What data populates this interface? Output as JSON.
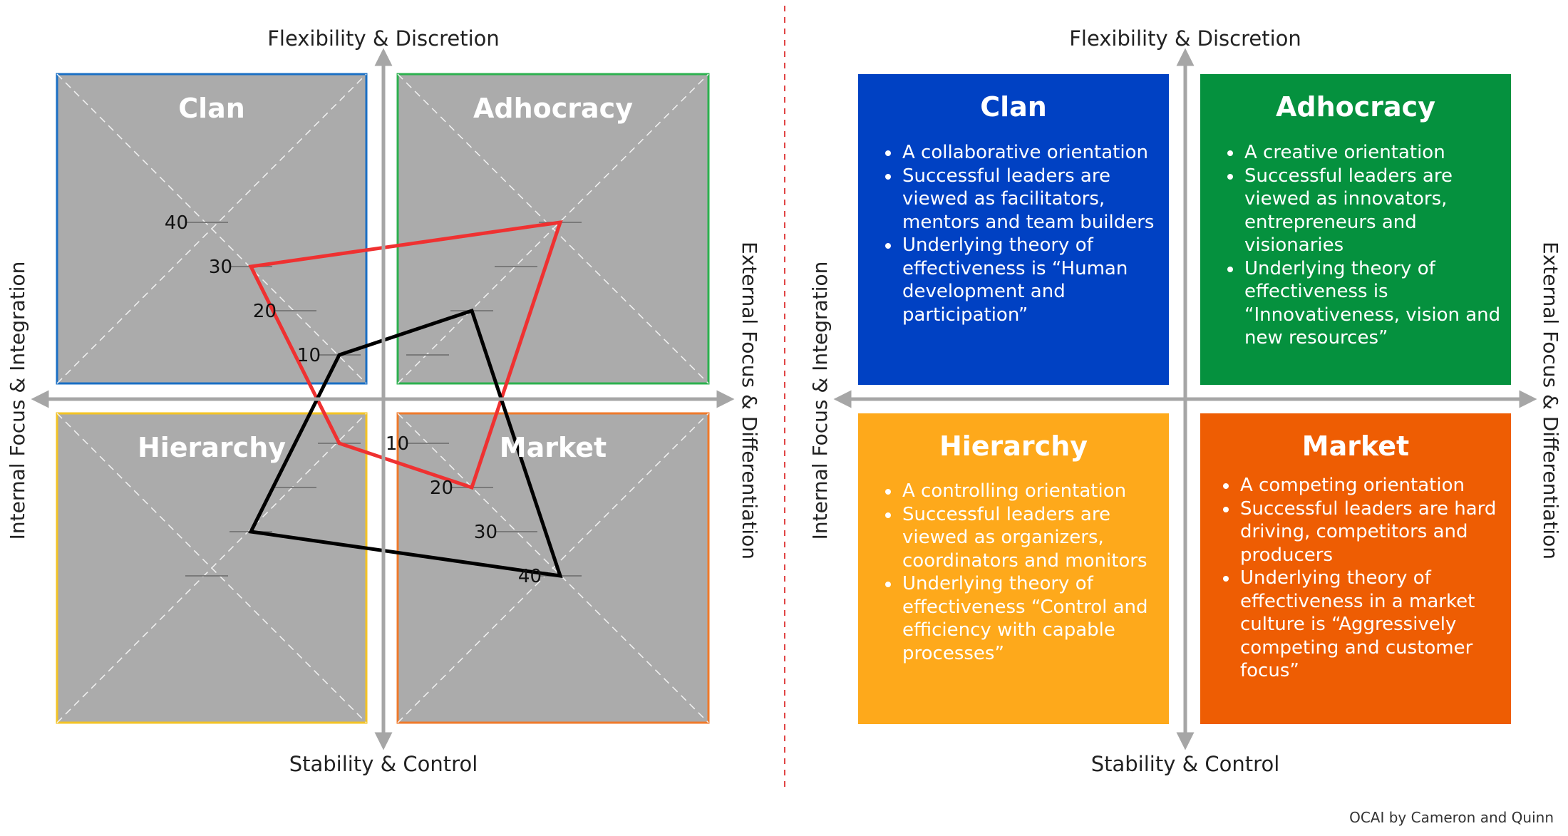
{
  "colors": {
    "clan": "#0041c3",
    "adhocracy": "#05913e",
    "hierarchy": "#fea91b",
    "market": "#ee5d03",
    "quadrant_fill": "#ababab",
    "axis": "#a6a6a6",
    "profile_a": "#ef3131",
    "profile_b": "#000000",
    "divider": "#e04545"
  },
  "axes": {
    "top": "Flexibility & Discretion",
    "bottom": "Stability & Control",
    "left": "Internal Focus & Integration",
    "right": "External Focus & Differentiation"
  },
  "chart_data": {
    "type": "radar",
    "axes": [
      "Clan",
      "Adhocracy",
      "Market",
      "Hierarchy"
    ],
    "tick_labels": {
      "clan": [
        "10",
        "20",
        "30",
        "40"
      ],
      "market": [
        "10",
        "20",
        "30",
        "40"
      ]
    },
    "range": [
      0,
      50
    ],
    "series": [
      {
        "color": "#ef3131",
        "values": [
          30,
          40,
          20,
          10
        ]
      },
      {
        "color": "#000000",
        "values": [
          10,
          20,
          40,
          30
        ]
      }
    ]
  },
  "quadrants": {
    "clan": {
      "title": "Clan",
      "bullets": [
        "A collaborative orientation",
        "Successful leaders are viewed as facilitators, mentors and team builders",
        "Underlying theory of effectiveness is “Human development and participation”"
      ]
    },
    "adhocracy": {
      "title": "Adhocracy",
      "bullets": [
        "A creative orientation",
        "Successful leaders are viewed as innovators, entrepreneurs and visionaries",
        "Underlying theory of effectiveness is “Innovativeness, vision and new resources”"
      ]
    },
    "hierarchy": {
      "title": "Hierarchy",
      "bullets": [
        "A controlling orientation",
        "Successful leaders are viewed as organizers, coordinators and monitors",
        "Underlying theory of effectiveness “Control and efficiency with capable processes”"
      ]
    },
    "market": {
      "title": "Market",
      "bullets": [
        "A competing orientation",
        "Successful leaders are hard driving, competitors and producers",
        "Underlying theory of effectiveness in a market culture is “Aggressively competing and customer focus”"
      ]
    }
  },
  "credit": "OCAI by Cameron and Quinn"
}
